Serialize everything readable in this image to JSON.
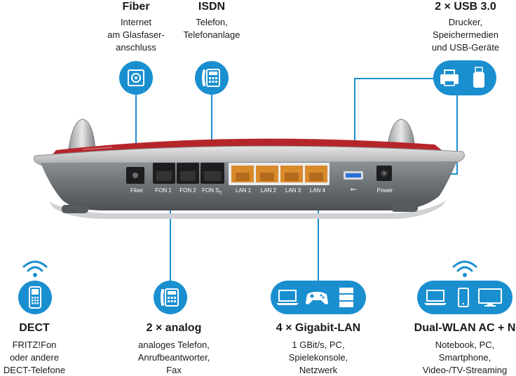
{
  "colors": {
    "accent": "#1a8fd0",
    "router_body": "#6e7378",
    "router_red": "#b5262b",
    "lan_orange": "#d98a2b",
    "usb_blue": "#2a70d9"
  },
  "features": {
    "fiber": {
      "title": "Fiber",
      "lines": [
        "Internet",
        "am Glasfaser-",
        "anschluss"
      ],
      "icon": "fiber-socket-icon"
    },
    "isdn": {
      "title": "ISDN",
      "lines": [
        "Telefon,",
        "Telefonanlage"
      ],
      "icon": "desk-phone-icon"
    },
    "usb": {
      "title": "2 × USB 3.0",
      "lines": [
        "Drucker,",
        "Speichermedien",
        "und USB-Geräte"
      ],
      "icons": [
        "printer-icon",
        "usb-stick-icon"
      ]
    },
    "dect": {
      "title": "DECT",
      "lines": [
        "FRITZ!Fon",
        "oder andere",
        "DECT-Telefone"
      ],
      "icons": [
        "wifi-icon",
        "cordless-phone-icon"
      ]
    },
    "analog": {
      "title": "2 × analog",
      "lines": [
        "analoges Telefon,",
        "Anrufbeantworter,",
        "Fax"
      ],
      "icon": "desk-phone-icon"
    },
    "lan": {
      "title": "4 × Gigabit-LAN",
      "lines": [
        "1 GBit/s, PC,",
        "Spielekonsole,",
        "Netzwerk"
      ],
      "icons": [
        "laptop-icon",
        "gamepad-icon",
        "server-icon"
      ]
    },
    "wlan": {
      "title": "Dual-WLAN AC + N",
      "lines": [
        "Notebook, PC,",
        "Smartphone,",
        "Video-/TV-Streaming"
      ],
      "icons": [
        "wifi-icon",
        "laptop-icon",
        "smartphone-icon",
        "monitor-icon"
      ]
    }
  },
  "router": {
    "ports": {
      "fiber": "Fiber",
      "fon1": "FON 1",
      "fon2": "FON 2",
      "fons0": "FON S",
      "fons0_sub": "0",
      "lan1": "LAN 1",
      "lan2": "LAN 2",
      "lan3": "LAN 3",
      "lan4": "LAN 4",
      "usb": "⭠",
      "power": "Power"
    }
  }
}
